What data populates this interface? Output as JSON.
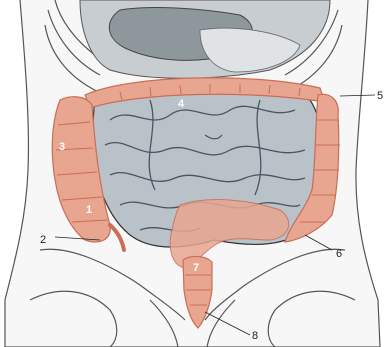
{
  "diagram": {
    "labels": [
      {
        "id": "1",
        "text": "1"
      },
      {
        "id": "2",
        "text": "2"
      },
      {
        "id": "3",
        "text": "3"
      },
      {
        "id": "4",
        "text": "4"
      },
      {
        "id": "5",
        "text": "5"
      },
      {
        "id": "6",
        "text": "6"
      },
      {
        "id": "7",
        "text": "7"
      },
      {
        "id": "8",
        "text": "8"
      }
    ],
    "colors": {
      "colon": "#e8a58f",
      "colon_dark": "#c96e57",
      "small_intestine": "#b9c2c8",
      "intestine_lines": "#4b5560",
      "stomach": "#8e979c",
      "liver": "#c7cdd1",
      "bone": "#ffffff",
      "outline": "#333333"
    }
  }
}
